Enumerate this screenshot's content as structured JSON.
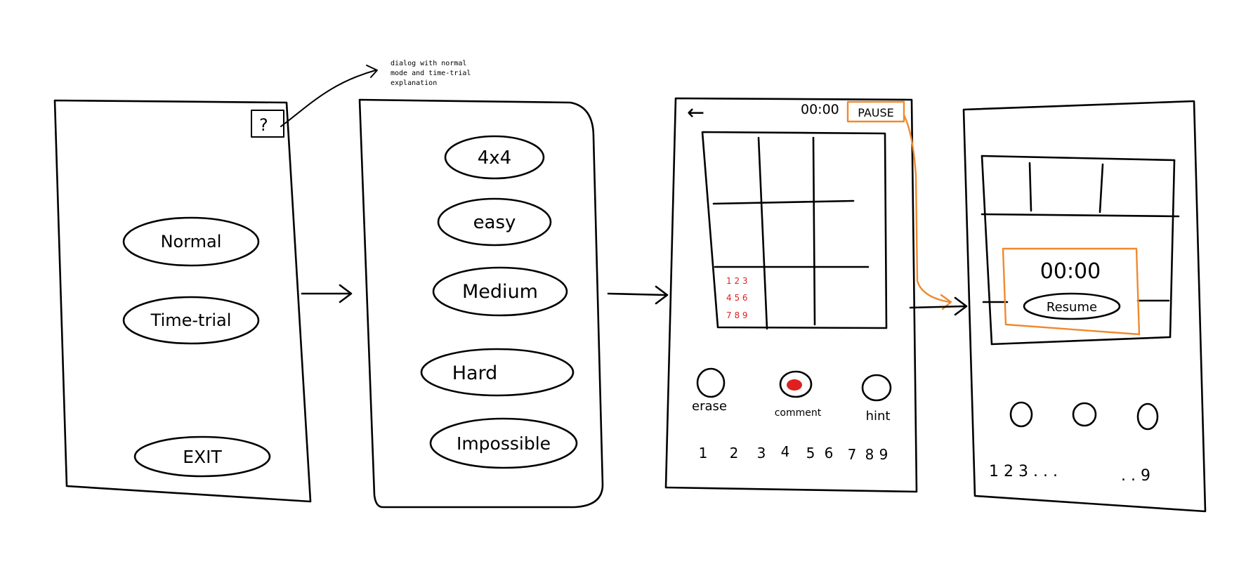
{
  "note": {
    "line1": "dialog with normal",
    "line2": "mode and time-trial",
    "line3": "explanation"
  },
  "screen1": {
    "help_icon": "?",
    "normal": "Normal",
    "time_trial": "Time-trial",
    "exit": "EXIT"
  },
  "screen2": {
    "size4": "4x4",
    "easy": "easy",
    "medium": "Medium",
    "hard": "Hard",
    "impossible": "Impossible"
  },
  "screen3": {
    "back": "←",
    "timer": "00:00",
    "pause": "PAUSE",
    "notes_row1": "1 2 3",
    "notes_row2": "4 5 6",
    "notes_row3": "7 8 9",
    "erase": "erase",
    "comment": "comment",
    "hint": "hint",
    "numbers": [
      "1",
      "2",
      "3",
      "4",
      "5",
      "6",
      "7",
      "8",
      "9"
    ]
  },
  "screen4": {
    "timer": "00:00",
    "resume": "Resume",
    "numbers_start": "1 2 3 . . .",
    "numbers_end": ". . 9"
  },
  "colors": {
    "highlight": "#f0892e",
    "accent": "#e02020"
  }
}
